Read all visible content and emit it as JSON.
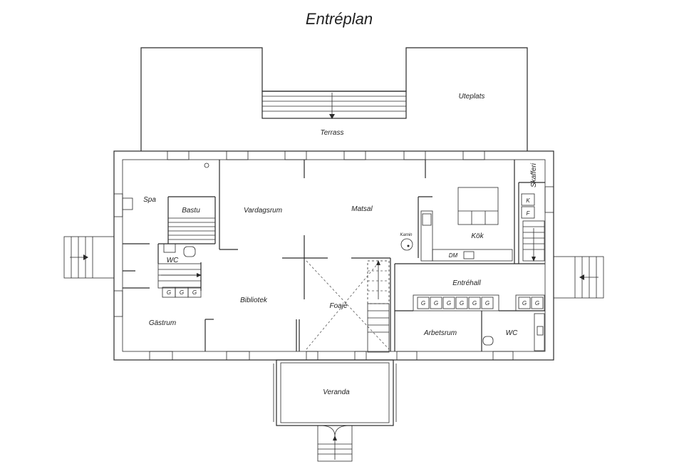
{
  "title": "Entréplan",
  "rooms": {
    "uteplats": "Uteplats",
    "terrass": "Terrass",
    "spa": "Spa",
    "bastu": "Bastu",
    "vardagsrum": "Vardagsrum",
    "matsal": "Matsal",
    "kok": "Kök",
    "skafferi": "Skafferi",
    "wc_left": "WC",
    "bibliotek": "Bibliotek",
    "gastrum": "Gästrum",
    "foaje": "Foajé",
    "entrehall": "Entréhall",
    "arbetsrum": "Arbetsrum",
    "wc_right": "WC",
    "veranda": "Veranda"
  },
  "labels": {
    "kamin": "Kamin",
    "dm": "DM",
    "k": "K",
    "f": "F",
    "wardrobe": "G"
  }
}
